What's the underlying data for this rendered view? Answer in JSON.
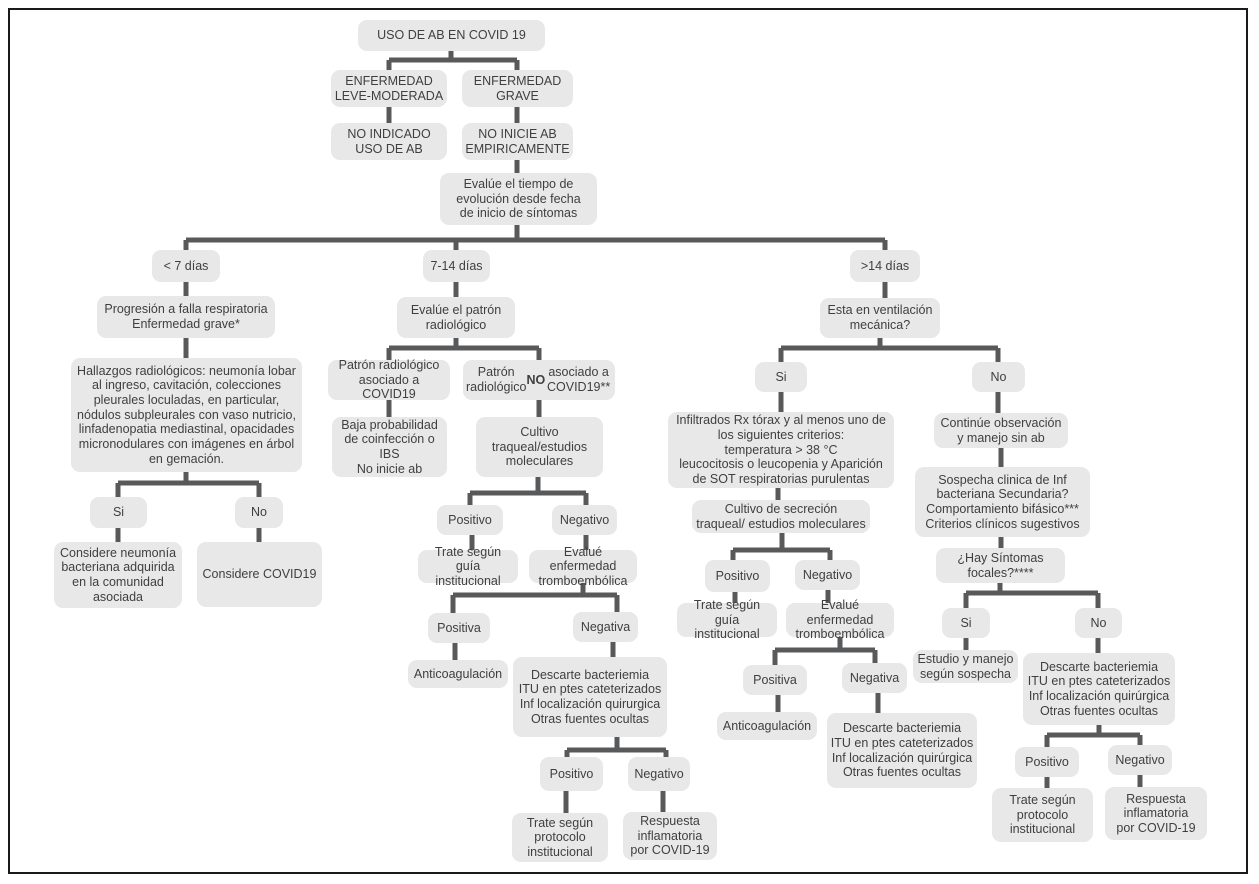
{
  "diagram": {
    "title": "USO DE AB EN COVID 19",
    "colors": {
      "box_fill": "#e8e8e8",
      "box_text": "#3f3f3f",
      "connector": "#58595b",
      "frame": "#1a1a1a",
      "background": "#ffffff"
    },
    "nodes": {
      "uso_ab": "USO DE AB EN COVID 19",
      "enfermedad_leve": "ENFERMEDAD\nLEVE-MODERADA",
      "enfermedad_grave": "ENFERMEDAD\nGRAVE",
      "no_indicado": "NO INDICADO\nUSO DE AB",
      "no_inicie": "NO INICIE AB\nEMPIRICAMENTE",
      "evalue_tiempo": "Evalúe el tiempo de\nevolución desde fecha\nde inicio de síntomas",
      "menos_7_dias": "< 7 días",
      "dias_7_14": "7-14 días",
      "mas_14_dias": ">14 días",
      "progresion": "Progresión a falla respiratoria\nEnfermedad grave*",
      "hallazgos": "Hallazgos radiológicos: neumonía lobar al ingreso, cavitación, colecciones pleurales loculadas, en particular, nódulos subpleurales con vaso nutricio, linfadenopatia mediastinal, opacidades micronodulares con imágenes en árbol en gemación.",
      "si_falla": "Si",
      "no_falla": "No",
      "considere_neumonia": "Considere neumonía\nbacteriana adquirida\nen la comunidad\nasociada",
      "considere_covid": "Considere COVID19",
      "evalue_patron": "Evalúe el patrón\nradiológico",
      "patron_covid": "Patrón radiológico\nasociado a COVID19",
      "patron_no_covid": {
        "pre": "Patrón radiológico",
        "bold": "NO",
        "line2": "asociado a COVID19**"
      },
      "baja_probabilidad": "Baja probabilidad\nde coinfección o\nIBS\nNo inicie ab",
      "cultivo_traqueal": "Cultivo\ntraqueal/estudios\nmoleculares",
      "positivo_cultivo": "Positivo",
      "negativo_cultivo": "Negativo",
      "trate_guia_1": "Trate según guía\ninstitucional",
      "evalue_tromboembolica_1": "Evalué enfermedad\ntromboembólica",
      "positiva_1": "Positiva",
      "negativa_1": "Negativa",
      "anticoagulacion_1": "Anticoagulación",
      "descarte_fuentes_1": "Descarte bacteriemia\nITU en ptes cateterizados\nInf localización quirurgica\nOtras fuentes ocultas",
      "positivo_fuentes_1": "Positivo",
      "negativo_fuentes_1": "Negativo",
      "trate_protocolo_1": "Trate según\nprotocolo\ninstitucional",
      "respuesta_inflamatoria_1": "Respuesta\ninflamatoria\npor COVID-19",
      "ventilacion_mecanica": "Esta en ventilación\nmecánica?",
      "si_ventilacion": "Si",
      "no_ventilacion": "No",
      "infiltrados": "Infiltrados Rx tórax y al menos uno de\nlos siguientes criterios:\ntemperatura > 38 °C\nleucocitosis o leucopenia y Aparición\nde SOT respiratorias purulentas",
      "cultivo_secrecion": "Cultivo de secreción\ntraqueal/ estudios moleculares",
      "positivo_secrecion": "Positivo",
      "negativo_secrecion": "Negativo",
      "trate_guia_2": "Trate según guía\ninstitucional",
      "evalue_tromboembolica_2": "Evalué enfermedad\ntromboembólica",
      "positiva_2": "Positiva",
      "negativa_2": "Negativa",
      "anticoagulacion_2": "Anticoagulación",
      "descarte_fuentes_2": "Descarte bacteriemia\nITU en ptes cateterizados\nInf localización quirúrgica\nOtras fuentes ocultas",
      "continue_observacion": "Continúe observación\ny manejo sin ab",
      "sospecha_inf": "Sospecha clinica de Inf\nbacteriana Secundaria?\nComportamiento bifásico***\nCriterios clínicos sugestivos",
      "sintomas_focales": "¿Hay Síntomas\nfocales?****",
      "si_focales": "Si",
      "no_focales": "No",
      "estudio_manejo": "Estudio y manejo\nsegún sospecha",
      "descarte_fuentes_3": "Descarte bacteriemia\nITU en ptes cateterizados\nInf localización quirúrgica\nOtras fuentes ocultas",
      "positivo_fuentes_3": "Positivo",
      "negativo_fuentes_3": "Negativo",
      "trate_protocolo_2": "Trate según\nprotocolo\ninstitucional",
      "respuesta_inflamatoria_2": "Respuesta\ninflamatoria\npor COVID-19"
    }
  }
}
